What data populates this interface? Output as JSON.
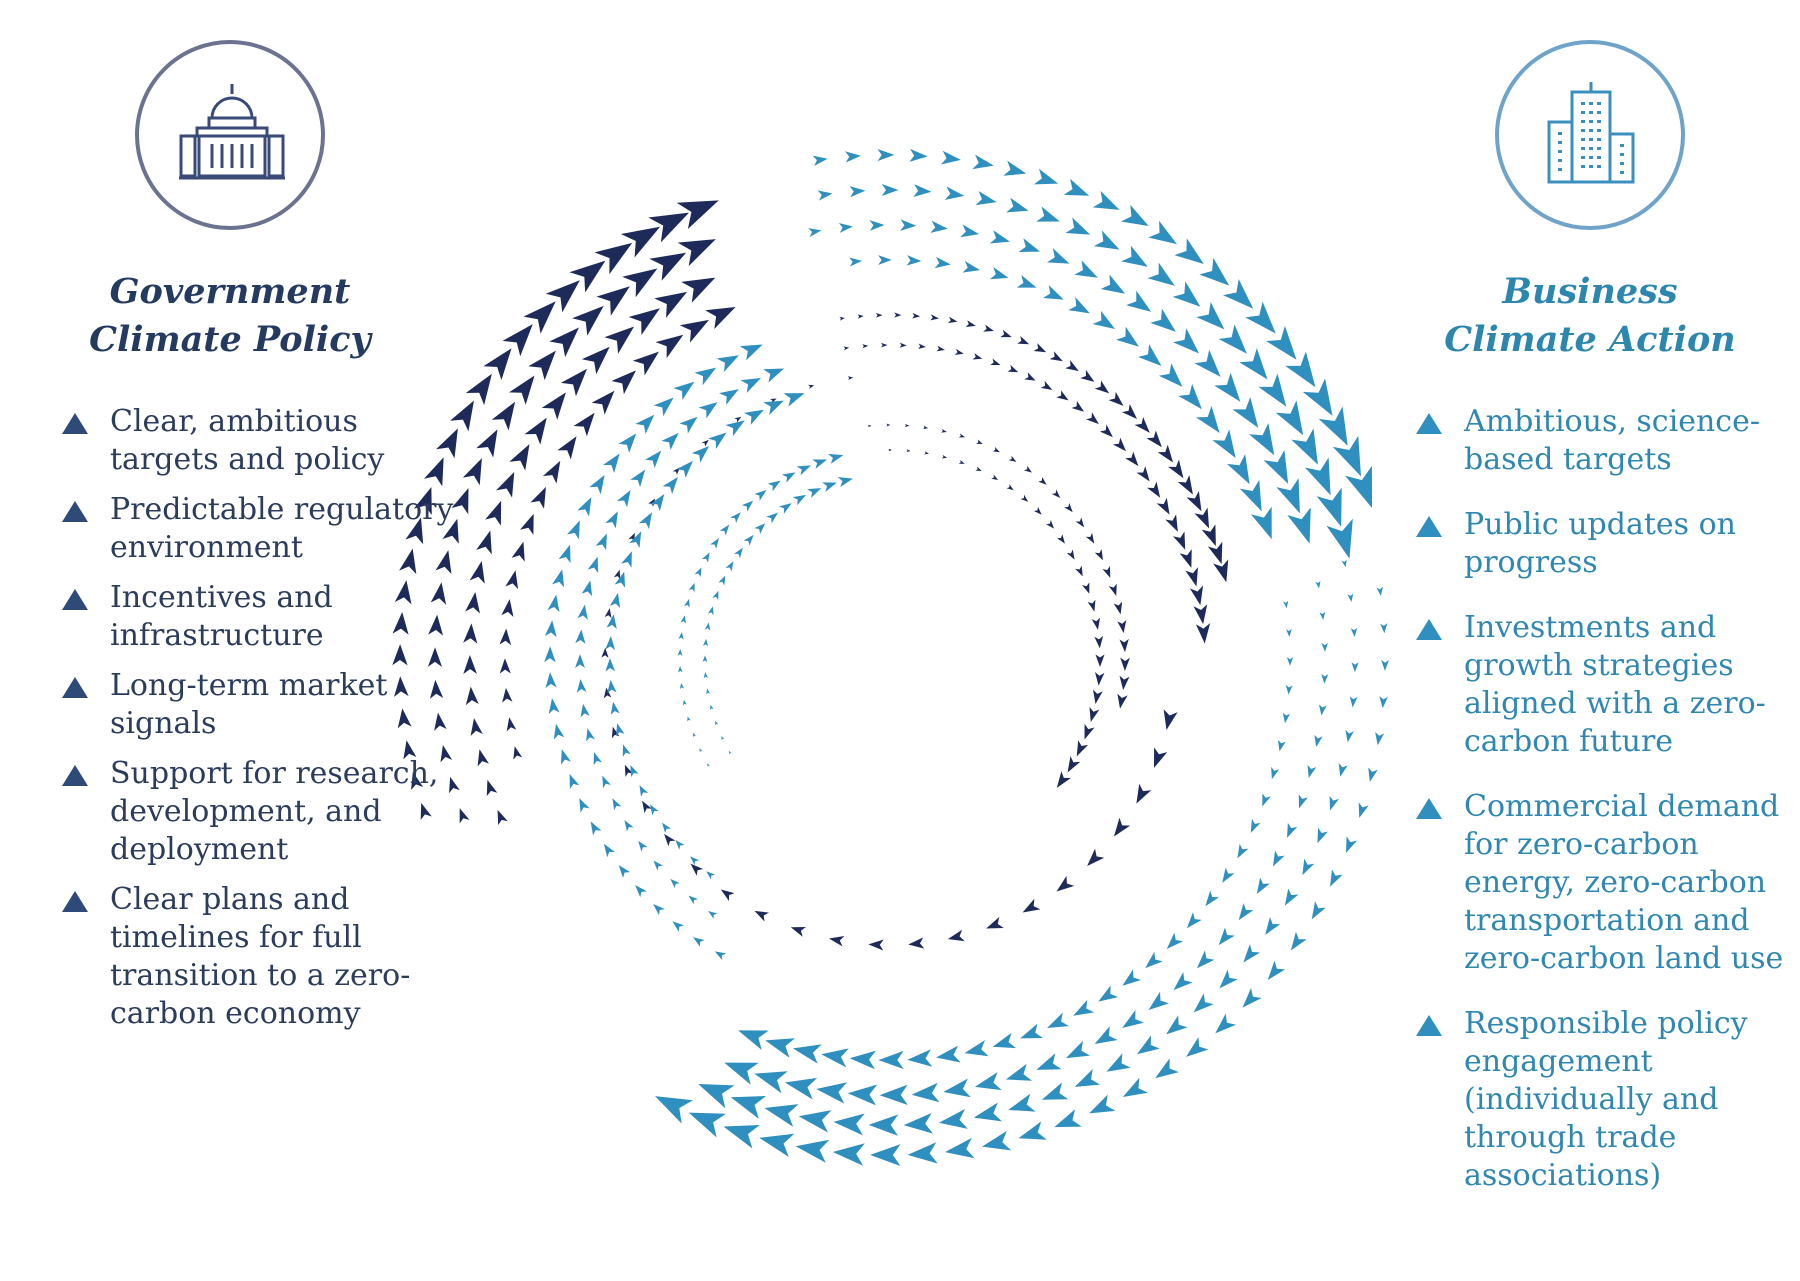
{
  "colors": {
    "navy": "#1d2a5a",
    "blue": "#2f8fbe",
    "gov_text": "#253a60",
    "biz_text": "#2d86ae"
  },
  "government": {
    "icon": "capitol-building-icon",
    "title_line1": "Government",
    "title_line2": "Climate Policy",
    "items": [
      "Clear, ambitious targets and policy",
      "Predictable regulatory environment",
      "Incentives and infrastructure",
      "Long-term market signals",
      "Support for research, development, and deployment",
      "Clear plans and timelines for full transition to a zero-carbon economy"
    ]
  },
  "business": {
    "icon": "office-building-icon",
    "title_line1": "Business",
    "title_line2": "Climate Action",
    "items": [
      "Ambitious, science-based targets",
      "Public updates on progress",
      "Investments and growth strategies aligned with a zero-carbon future",
      "Commercial demand for zero-carbon energy, zero-carbon transportation and zero-carbon land use",
      "Responsible policy engagement (individually and through trade associations)"
    ]
  }
}
